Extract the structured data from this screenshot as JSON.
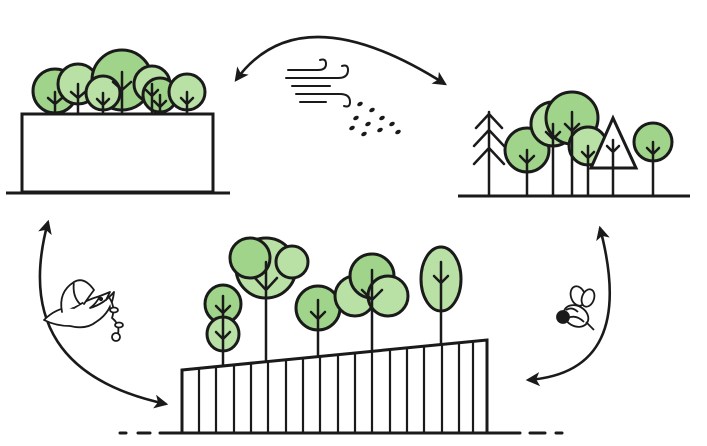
{
  "diagram": {
    "nodes": [
      {
        "id": "green-roof",
        "kind": "building-with-roof-trees"
      },
      {
        "id": "natural-forest",
        "kind": "mixed-forest"
      },
      {
        "id": "green-facade-terrace",
        "kind": "sloped-building-with-trees"
      }
    ],
    "dispersal_vectors": [
      {
        "id": "wind",
        "icon": "wind-icon",
        "seeds_icon": "seeds-icon"
      },
      {
        "id": "bird",
        "icon": "bird-icon"
      },
      {
        "id": "bee",
        "icon": "bee-icon"
      }
    ],
    "arrows": [
      {
        "from": "green-roof",
        "to": "natural-forest",
        "style": "bidirectional"
      },
      {
        "from": "green-roof",
        "to": "green-facade-terrace",
        "style": "bidirectional"
      },
      {
        "from": "natural-forest",
        "to": "green-facade-terrace",
        "style": "bidirectional"
      }
    ],
    "colors": {
      "stroke": "#1a1a1a",
      "leaf_light": "#b9e0a5",
      "leaf_mid": "#9fd48a",
      "leaf_dark": "#6cbf5a",
      "background": "#ffffff"
    }
  }
}
